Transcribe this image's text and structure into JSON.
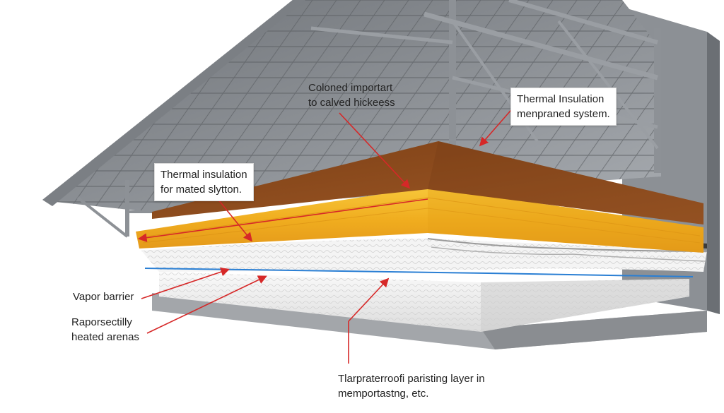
{
  "labels": {
    "top_center": {
      "line1": "Coloned importart",
      "line2": "to calved hickeess"
    },
    "top_right": {
      "line1": "Thermal Insulation",
      "line2": "menpraned system."
    },
    "left_mid": {
      "line1": "Thermal insulation",
      "line2": "for mated slytton."
    },
    "vapor": {
      "line1": "Vapor barrier"
    },
    "heated": {
      "line1": "Raporsectilly",
      "line2": "heated arenas"
    },
    "bottom": {
      "line1": "Tlarpraterroofi paristing layer in",
      "line2": "memportastng, etc."
    }
  },
  "colors": {
    "arrow": "#d62828",
    "insulation": "#f2b120",
    "membrane": "#8a4a1e",
    "steel": "#8e9196",
    "vapor_line": "#2a7fd4"
  }
}
